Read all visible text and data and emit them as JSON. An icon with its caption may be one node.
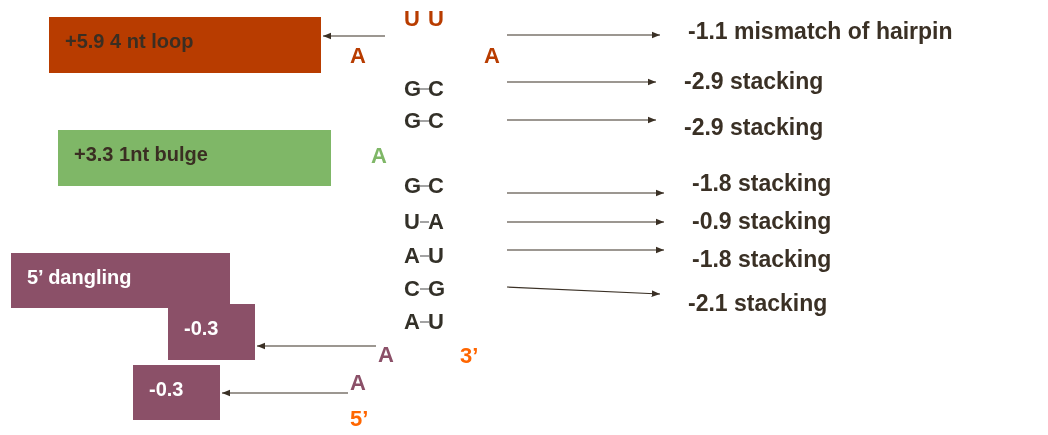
{
  "diagram": {
    "nodes": [
      {
        "text": [
          "+5.9 4 nt loop"
        ]
      },
      {
        "text": [
          "+3.3 1nt bulge"
        ]
      },
      {
        "text": [
          "5’ dangling"
        ]
      },
      {
        "text": [
          "-0.3"
        ]
      },
      {
        "text": [
          "-0.3"
        ]
      },
      {
        "text": [
          "-1.1 mismatch of hairpin"
        ]
      },
      {
        "text": [
          "-2.9 stacking"
        ]
      },
      {
        "text": [
          "-2.9 stacking"
        ]
      },
      {
        "text": [
          "-1.8 stacking"
        ]
      },
      {
        "text": [
          "-0.9 stacking"
        ]
      },
      {
        "text": [
          "-1.8 stacking"
        ]
      },
      {
        "text": [
          "-2.1 stacking"
        ]
      },
      {
        "text": [
          "A"
        ]
      },
      {
        "text": [
          "A"
        ]
      }
    ],
    "edges": [
      {
        "from": null,
        "to": 0,
        "arrow": "to"
      },
      {
        "from": null,
        "to": 5,
        "arrow": "to"
      },
      {
        "from": null,
        "to": 6,
        "arrow": "to"
      },
      {
        "from": null,
        "to": 7,
        "arrow": "to"
      },
      {
        "from": null,
        "to": 8,
        "arrow": "to"
      },
      {
        "from": null,
        "to": 9,
        "arrow": "to"
      },
      {
        "from": null,
        "to": 10,
        "arrow": "to"
      },
      {
        "from": null,
        "to": 11,
        "arrow": "to"
      },
      {
        "from": 12,
        "to": 3,
        "arrow": "to"
      },
      {
        "from": 13,
        "to": 4,
        "arrow": "to"
      }
    ],
    "labels": [
      "U",
      "U",
      "A",
      "A",
      "G",
      "C",
      "G",
      "C",
      "A",
      "G",
      "C",
      "U",
      "A",
      "A",
      "U",
      "C",
      "G",
      "A",
      "U",
      "3’",
      "5’"
    ]
  }
}
